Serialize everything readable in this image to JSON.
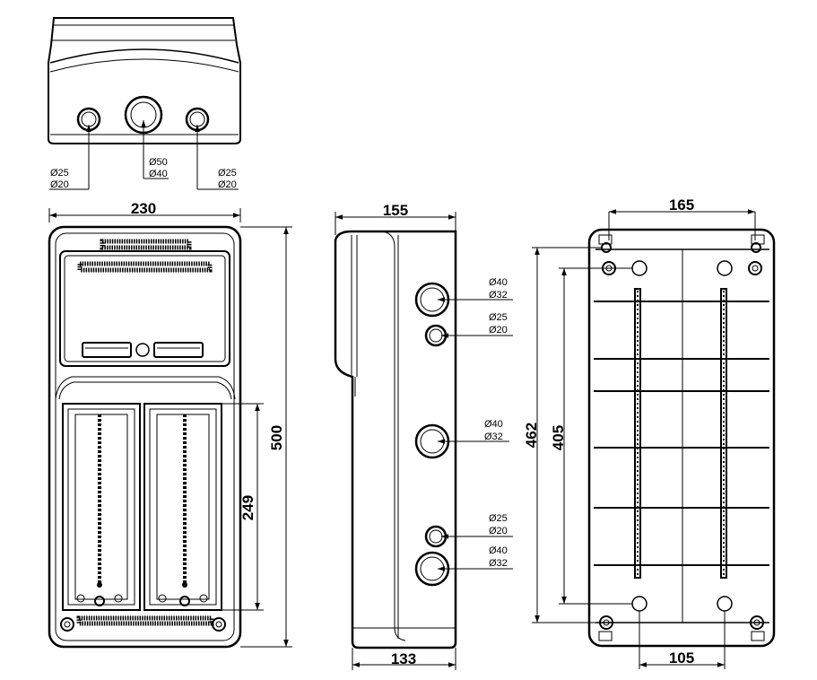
{
  "top_view": {
    "left_hole": {
      "d1": "Ø25",
      "d2": "Ø20"
    },
    "center_hole": {
      "d1": "Ø50",
      "d2": "Ø40"
    },
    "right_hole": {
      "d1": "Ø25",
      "d2": "Ø20"
    }
  },
  "front_view": {
    "width": "230",
    "height": "500",
    "socket_height": "249"
  },
  "side_view": {
    "depth_top": "155",
    "depth_bottom": "133",
    "hole1": {
      "d1": "Ø40",
      "d2": "Ø32"
    },
    "hole2": {
      "d1": "Ø25",
      "d2": "Ø20"
    },
    "hole3": {
      "d1": "Ø40",
      "d2": "Ø32"
    },
    "hole4": {
      "d1": "Ø25",
      "d2": "Ø20"
    },
    "hole5": {
      "d1": "Ø40",
      "d2": "Ø32"
    }
  },
  "back_view": {
    "top_width": "165",
    "bottom_width": "105",
    "outer_height": "462",
    "inner_height": "405"
  }
}
